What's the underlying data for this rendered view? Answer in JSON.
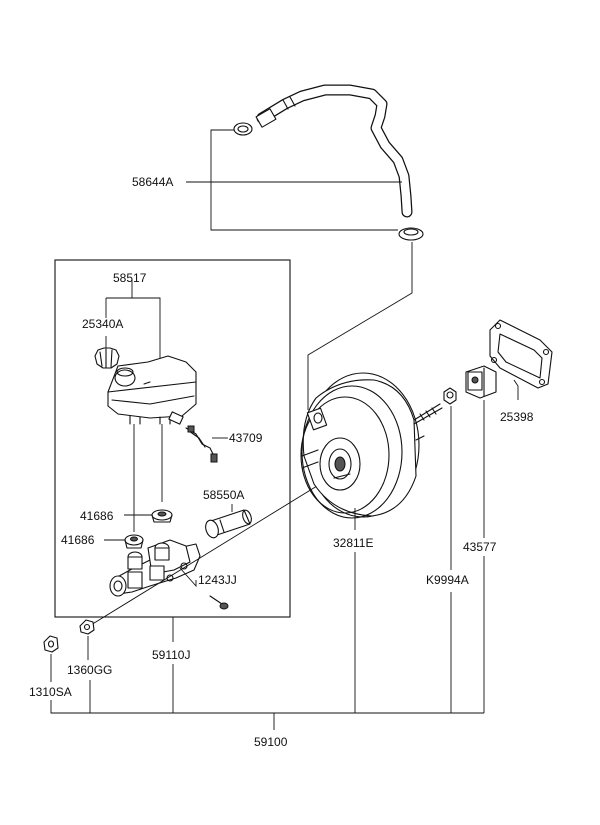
{
  "diagram": {
    "part_labels": {
      "p58644A": "58644A",
      "p58517": "58517",
      "p25340A": "25340A",
      "p43709": "43709",
      "p58550A": "58550A",
      "p41686a": "41686",
      "p41686b": "41686",
      "p1243JJ": "1243JJ",
      "p25398": "25398",
      "p32811E": "32811E",
      "p43577": "43577",
      "pK9994A": "K9994A",
      "p59110J": "59110J",
      "p1360GG": "1360GG",
      "p1310SA": "1310SA",
      "p59100": "59100"
    }
  }
}
